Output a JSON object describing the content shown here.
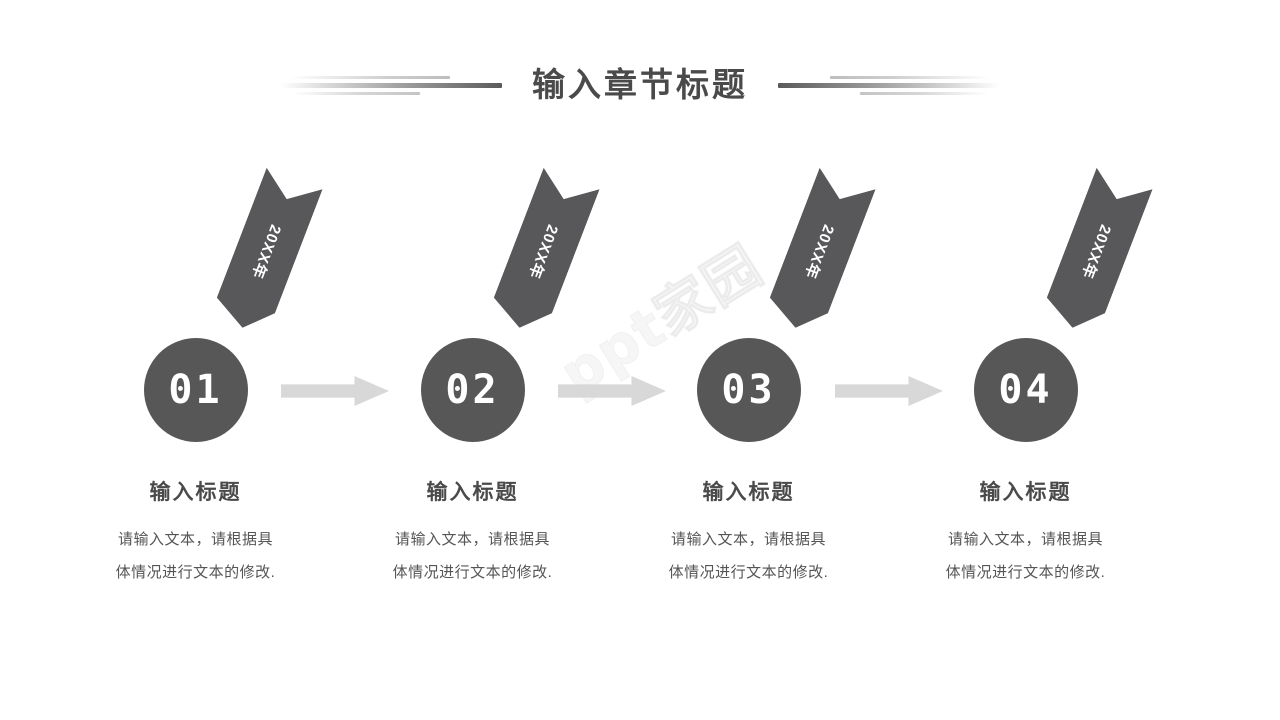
{
  "slide": {
    "title": "输入章节标题",
    "background_color": "#ffffff",
    "accent_dark": "#575757",
    "accent_light": "#d8d8d8",
    "text_color": "#4a4a4a"
  },
  "watermark": {
    "text": "ppt家园"
  },
  "steps": [
    {
      "ribbon_label": "20XX年",
      "number": "01",
      "title": "输入标题",
      "body_line1": "请输入文本，请根据具",
      "body_line2": "体情况进行文本的修改."
    },
    {
      "ribbon_label": "20XX年",
      "number": "02",
      "title": "输入标题",
      "body_line1": "请输入文本，请根据具",
      "body_line2": "体情况进行文本的修改."
    },
    {
      "ribbon_label": "20XX年",
      "number": "03",
      "title": "输入标题",
      "body_line1": "请输入文本，请根据具",
      "body_line2": "体情况进行文本的修改."
    },
    {
      "ribbon_label": "20XX年",
      "number": "04",
      "title": "输入标题",
      "body_line1": "请输入文本，请根据具",
      "body_line2": "体情况进行文本的修改."
    }
  ]
}
